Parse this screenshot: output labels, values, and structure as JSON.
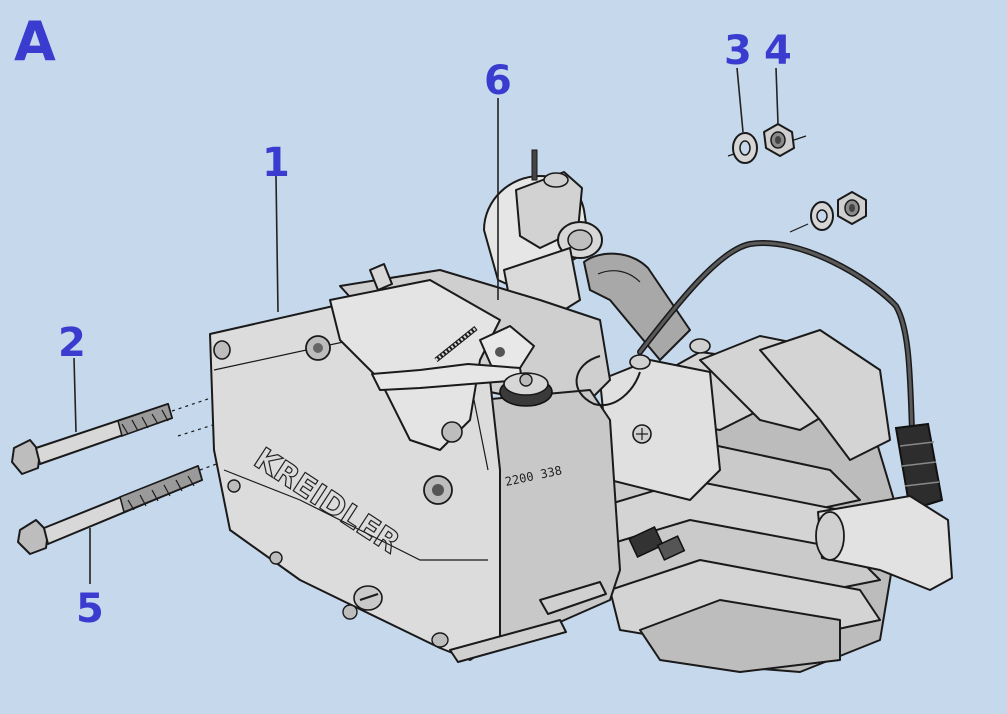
{
  "diagram": {
    "section_letter": "A",
    "callouts": {
      "c1": "1",
      "c2": "2",
      "c3": "3",
      "c4": "4",
      "c5": "5",
      "c6": "6"
    },
    "engraved": {
      "brand": "KREIDLER",
      "serial": "2200 338"
    }
  },
  "colors": {
    "background": "#c6d8ec",
    "label": "#3a3ccf",
    "metal": "#d9d9d9",
    "metal_dark": "#a8a8a8",
    "outline": "#1a1a1a"
  }
}
